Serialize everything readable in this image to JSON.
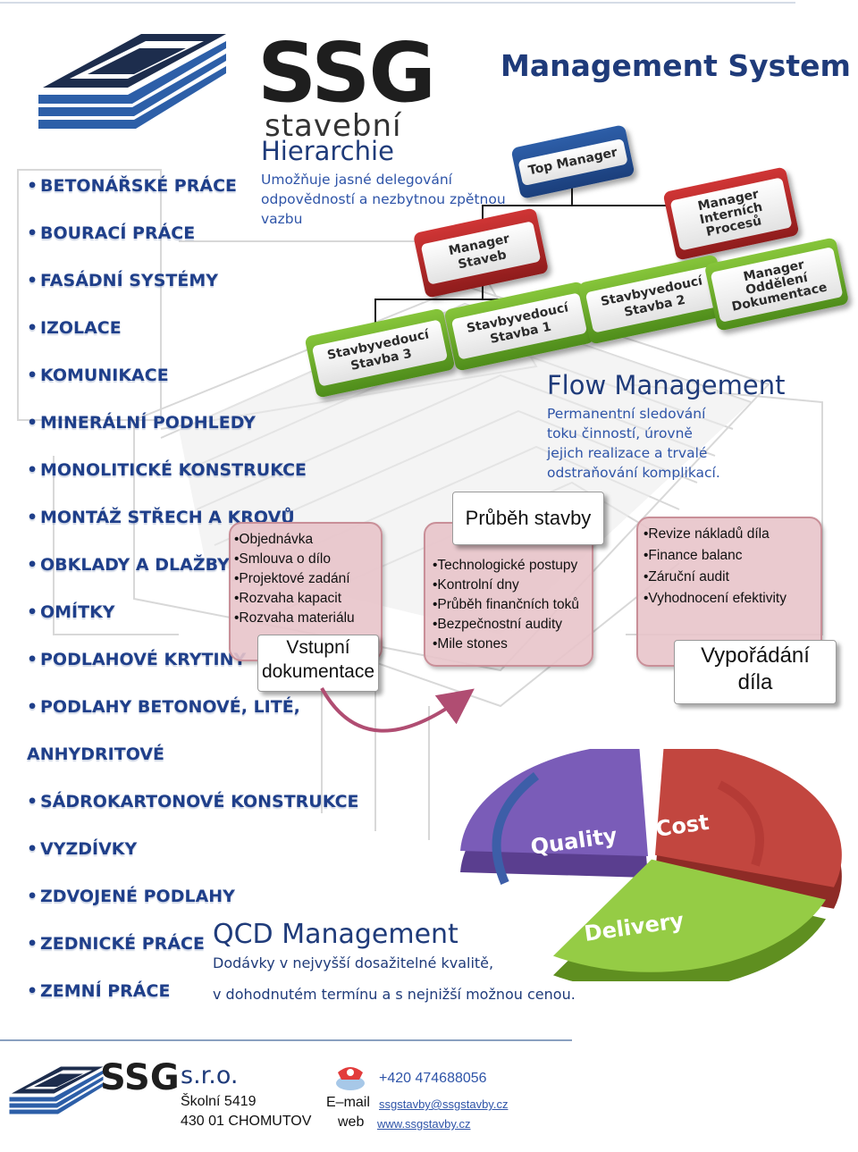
{
  "header": {
    "logo_text": "SSG",
    "logo_subtitle": "stavební",
    "title": "Management System"
  },
  "services": [
    "BETONÁŘSKÉ PRÁCE",
    "BOURACÍ PRÁCE",
    "FASÁDNÍ SYSTÉMY",
    "IZOLACE",
    "KOMUNIKACE",
    "MINERÁLNÍ PODHLEDY",
    "MONOLITICKÉ KONSTRUKCE",
    "MONTÁŽ STŘECH A KROVŮ",
    "OBKLADY A DLAŽBY",
    "OMÍTKY",
    "PODLAHOVÉ KRYTINY",
    "PODLAHY BETONOVÉ, LITÉ,",
    "ANHYDRITOVÉ",
    "SÁDROKARTONOVÉ KONSTRUKCE",
    "VYZDÍVKY",
    "ZDVOJENÉ PODLAHY",
    "ZEDNICKÉ PRÁCE",
    "ZEMNÍ PRÁCE"
  ],
  "hierarchy": {
    "title": "Hierarchie",
    "desc_lines": [
      "Umožňuje jasné delegování",
      "odpovědností a nezbytnou zpětnou",
      "vazbu"
    ],
    "top": "Top Manager",
    "staveb": [
      "Manager",
      "Staveb"
    ],
    "interni": [
      "Manager",
      "Interních",
      "Procesů"
    ],
    "oddeleni": [
      "Manager",
      "Oddělení",
      "Dokumentace"
    ],
    "sv3": [
      "Stavbyvedoucí",
      "Stavba 3"
    ],
    "sv1": [
      "Stavbyvedoucí",
      "Stavba 1"
    ],
    "sv2": [
      "Stavbyvedoucí",
      "Stavba 2"
    ]
  },
  "flow": {
    "title": "Flow Management",
    "desc_lines": [
      "Permanentní sledování",
      "toku činností, úrovně",
      "jejich realizace a trvalé",
      "odstraňování komplikací."
    ]
  },
  "process": {
    "input_items": [
      "•Objednávka",
      "•Smlouva o dílo",
      "•Projektové zadání",
      "•Rozvaha kapacit",
      "•Rozvaha materiálu"
    ],
    "input_label": [
      "Vstupní",
      "dokumentace"
    ],
    "progress_title": "Průběh stavby",
    "progress_items": [
      "•Technologické postupy",
      "•Kontrolní dny",
      "•Průběh finančních toků",
      "•Bezpečnostní audity",
      "•Mile stones"
    ],
    "settle_items": [
      "•Revize nákladů díla",
      "•Finance balanc",
      "•Záruční audit",
      "•Vyhodnocení efektivity"
    ],
    "settle_label": [
      "Vypořádání",
      "díla"
    ]
  },
  "qcd": {
    "quality": "Quality",
    "cost": "Cost",
    "delivery": "Delivery",
    "title": "QCD Management",
    "line1": "Dodávky v nejvyšší dosažitelné kvalitě,",
    "line2": "v dohodnutém termínu a s nejnižší možnou cenou."
  },
  "footer": {
    "logo_text": "SSG",
    "sro": "s.r.o.",
    "street": "Školní 5419",
    "city": "430 01 CHOMUTOV",
    "phone": "+420 474688056",
    "email_label": "E–mail",
    "email": "ssgstavby@ssgstavby.cz",
    "web_label": "web",
    "web": "www.ssgstavby.cz"
  },
  "colors": {
    "brand_blue": "#1f3b7a",
    "text_blue": "#2e54a8",
    "quality_purple": "#6c4aa8",
    "cost_red": "#b53b36",
    "delivery_green": "#8cc63f"
  }
}
